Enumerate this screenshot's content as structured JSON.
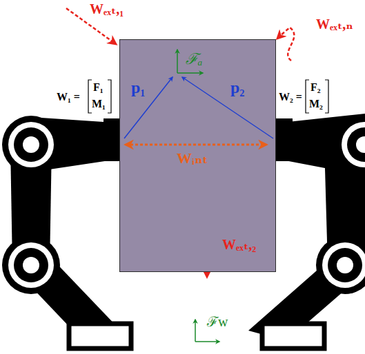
{
  "diagram": {
    "nodes": [
      {
        "text": [
          "ℱₐ",
          "p₁",
          "p₂",
          "Wᵢₙₜ"
        ]
      }
    ],
    "labels": [
      "Wₑₓₜ,₁",
      "Wₑₓₜ,ₙ",
      "W₁ =",
      "F₁",
      "M₁",
      "W₂ =",
      "F₂",
      "M₂",
      "Wₑₓₜ,₂",
      "ℱw"
    ]
  }
}
